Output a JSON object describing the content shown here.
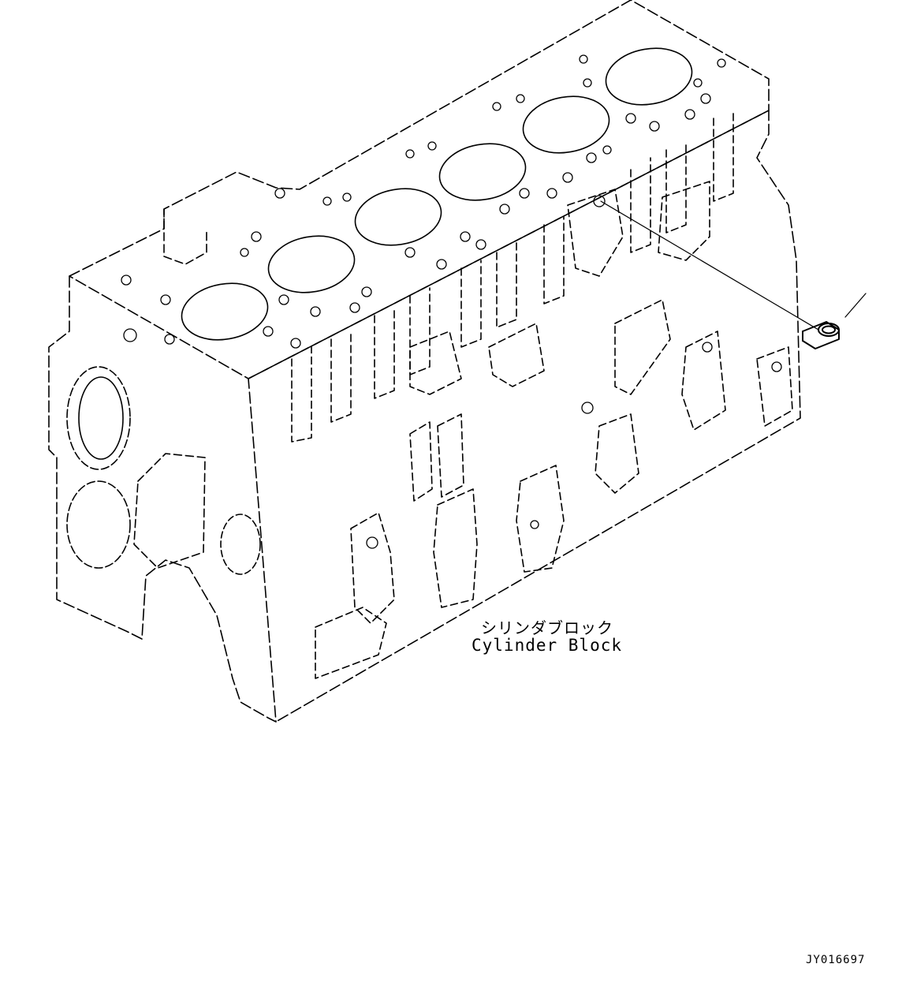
{
  "part_label": {
    "japanese": "シリンダブロック",
    "english": "Cylinder Block"
  },
  "drawing_number": "JY016697",
  "colors": {
    "line": "#000000",
    "background": "#ffffff"
  }
}
